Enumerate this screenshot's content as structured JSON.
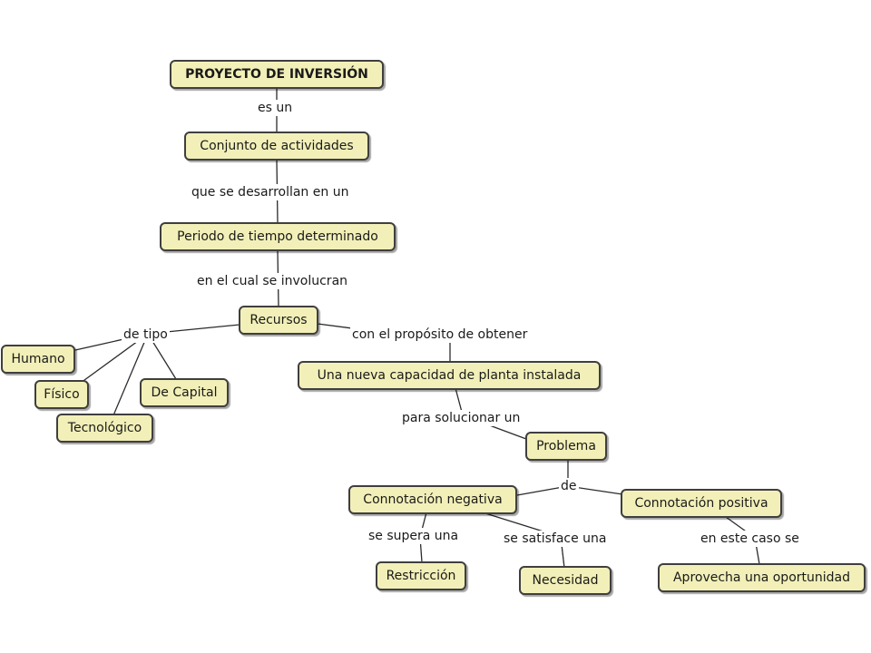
{
  "nodes": {
    "proyecto": "PROYECTO DE INVERSIÓN",
    "conjunto": "Conjunto de actividades",
    "periodo": "Periodo de tiempo determinado",
    "recursos": "Recursos",
    "humano": "Humano",
    "fisico": "Físico",
    "tecnologico": "Tecnológico",
    "capital": "De Capital",
    "capacidad": "Una nueva capacidad de planta instalada",
    "problema": "Problema",
    "negativa": "Connotación negativa",
    "positiva": "Connotación positiva",
    "restriccion": "Restricción",
    "necesidad": "Necesidad",
    "oportunidad": "Aprovecha una oportunidad"
  },
  "links": {
    "es_un": "es un",
    "que_se": "que se desarrollan en un",
    "en_el_cual": "en el cual se involucran",
    "de_tipo": "de tipo",
    "con_el": "con el propósito de obtener",
    "para": "para solucionar un",
    "de": "de",
    "se_supera": "se supera una",
    "se_satisface": "se satisface una",
    "en_este": "en este caso se"
  }
}
